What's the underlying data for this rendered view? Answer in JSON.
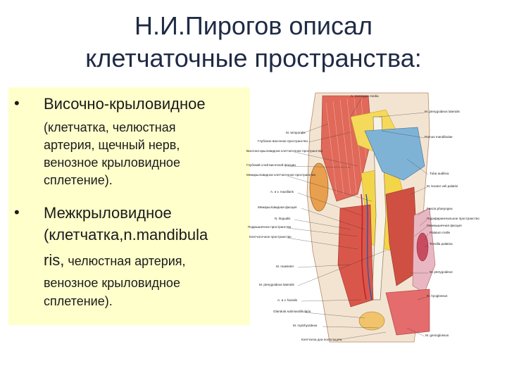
{
  "slide": {
    "title_line1": "Н.И.Пирогов описал",
    "title_line2": "клетчаточные пространства:",
    "bullets": [
      {
        "marker": "•",
        "main_lines": [
          "Височно-крыловидное"
        ],
        "sub_lines": [
          "(клетчатка, челюстная",
          "артерия, щечный нерв,",
          "венозное крыловидное",
          "сплетение)."
        ]
      },
      {
        "marker": "•",
        "main_lines": [
          "Межкрыловидное",
          "(клетчатка,n.mandibula"
        ],
        "mixed_line": {
          "main": "ris,",
          "sub": " челюстная артерия,"
        },
        "sub_lines": [
          "венозное крыловидное",
          "сплетение)."
        ]
      }
    ]
  },
  "figure": {
    "labels_left": [
      "M. temporalis",
      "Глубокое височное пространство",
      "Височно-крыловидное клетчаточное пространство",
      "Глубокий слой височной фасции",
      "Межкрыловидное клетчаточное пространство",
      "A. и v. maxillaris",
      "Межкрыловидная фасция",
      "N. lingualis",
      "Подмышечное пространство",
      "Клетчаточное пространство",
      "M. masseter",
      "M. pterygoideus lateralis",
      "A. и v. facialis",
      "Glandula submandibularis",
      "M. mylohyoideus",
      "Клетчатка дна полости рта"
    ],
    "labels_right": [
      "A. meningea media",
      "M. pterygoideus lateralis",
      "Ramus mandibulae",
      "Tuba auditiva",
      "M. levator veli palatini",
      "Fascia pharyngea",
      "Парафарингеальное пространство",
      "Межмышечная фасция",
      "Palatum molle",
      "Tonsilla palatina",
      "M. pterygoideus",
      "M. hyoglossus",
      "M. genioglossus"
    ]
  }
}
